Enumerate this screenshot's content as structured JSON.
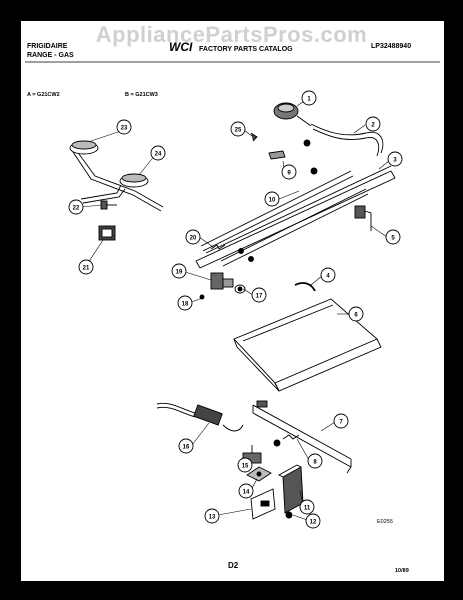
{
  "watermark": "AppliancePartsPros.com",
  "header": {
    "brand_line1": "FRIGIDAIRE",
    "brand_line2": "RANGE - GAS",
    "logo": "WCI",
    "catalog": "FACTORY PARTS CATALOG",
    "part_number": "LP32488940"
  },
  "models": {
    "a": "A = G21CW2",
    "b": "B = G21CW3"
  },
  "callouts": [
    "1",
    "2",
    "3",
    "4",
    "5",
    "6",
    "7",
    "8",
    "9",
    "10",
    "11",
    "12",
    "13",
    "14",
    "15",
    "16",
    "17",
    "18",
    "19",
    "20",
    "21",
    "22",
    "23",
    "24",
    "25"
  ],
  "footer": {
    "figure_code": "E0255",
    "page": "D2",
    "date": "10/89"
  },
  "colors": {
    "ink": "#000000",
    "paper": "#ffffff",
    "frame": "#000000"
  }
}
